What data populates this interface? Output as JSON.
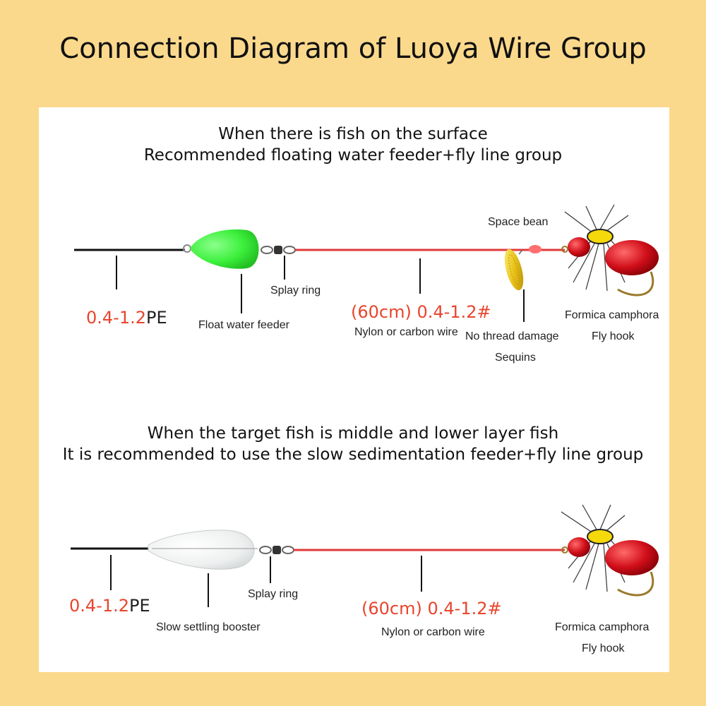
{
  "title": "Connection Diagram of Luoya Wire Group",
  "top_group": {
    "heading_line1": "When there is fish on the surface",
    "heading_line2": "Recommended floating water feeder+fly line group",
    "main_line_spec": "0.4-1.2",
    "main_line_unit": "PE",
    "feeder_label": "Float water feeder",
    "swivel_label": "Splay ring",
    "leader_spec": "(60cm) 0.4-1.2#",
    "leader_label": "Nylon or carbon wire",
    "bead_label": "Space bean",
    "sequin_label_line1": "No thread damage",
    "sequin_label_line2": "Sequins",
    "fly_label_line1": "Formica camphora",
    "fly_label_line2": "Fly hook"
  },
  "bottom_group": {
    "heading_line1": "When the target fish is middle and lower layer fish",
    "heading_line2": "It is recommended to use the slow sedimentation feeder+fly line group",
    "main_line_spec": "0.4-1.2",
    "main_line_unit": "PE",
    "feeder_label": "Slow settling booster",
    "swivel_label": "Splay ring",
    "leader_spec": "(60cm) 0.4-1.2#",
    "leader_label": "Nylon or carbon wire",
    "fly_label_line1": "Formica camphora",
    "fly_label_line2": "Fly hook"
  },
  "colors": {
    "background": "#fbd98c",
    "panel": "#ffffff",
    "leader_line": "#e03a3a",
    "main_line": "#111111",
    "float_feeder": "#3df03d",
    "spec_text": "#e8452c"
  }
}
